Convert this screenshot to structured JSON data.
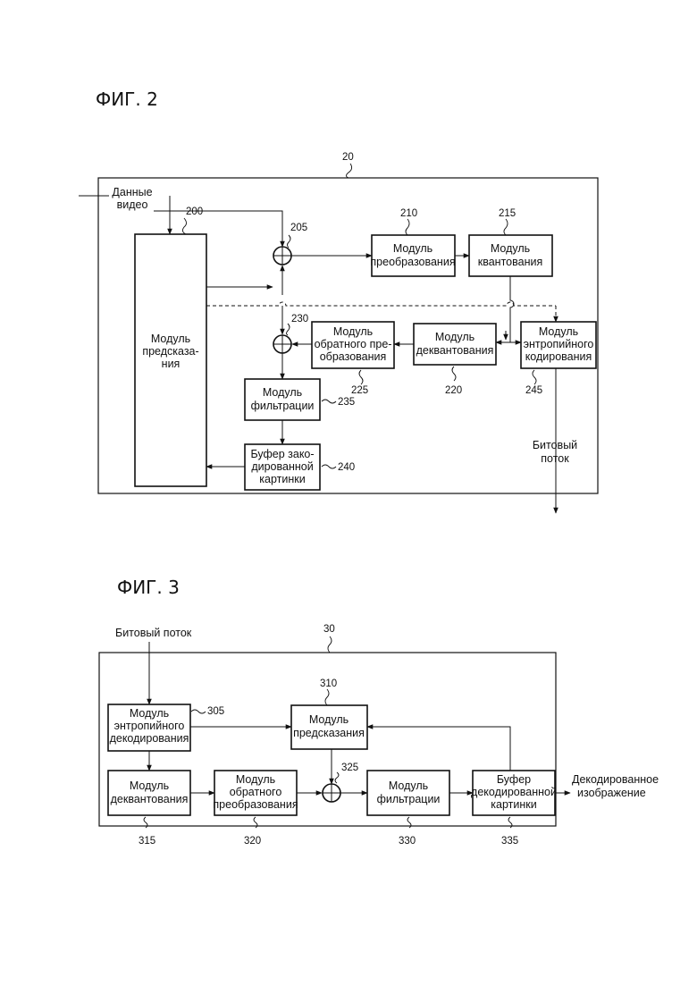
{
  "fig2": {
    "title": "ФИГ. 2",
    "ref_device": "20",
    "input_label": [
      "Данные",
      "видео"
    ],
    "output_label": [
      "Битовый",
      "поток"
    ],
    "blocks": {
      "prediction": {
        "lines": [
          "Модуль",
          "предсказа-",
          "ния"
        ],
        "ref": "200"
      },
      "transform": {
        "lines": [
          "Модуль",
          "преобразования"
        ],
        "ref": "210"
      },
      "quantization": {
        "lines": [
          "Модуль",
          "квантования"
        ],
        "ref": "215"
      },
      "entropy": {
        "lines": [
          "Модуль",
          "энтропийного",
          "кодирования"
        ],
        "ref": "245"
      },
      "dequant": {
        "lines": [
          "Модуль",
          "деквантования"
        ],
        "ref": "220"
      },
      "inverse": {
        "lines": [
          "Модуль",
          "обратного пре-",
          "образования"
        ],
        "ref": "225"
      },
      "filter": {
        "lines": [
          "Модуль",
          "фильтрации"
        ],
        "ref": "235"
      },
      "buffer": {
        "lines": [
          "Буфер зако-",
          "дированной",
          "картинки"
        ],
        "ref": "240"
      }
    },
    "adders": {
      "subtract": {
        "ref": "205"
      },
      "add": {
        "ref": "230"
      }
    }
  },
  "fig3": {
    "title": "ФИГ. 3",
    "ref_device": "30",
    "input_label": "Битовый поток",
    "output_label": [
      "Декодированное",
      "изображение"
    ],
    "blocks": {
      "entropy": {
        "lines": [
          "Модуль",
          "энтропийного",
          "декодирования"
        ],
        "ref": "305"
      },
      "prediction": {
        "lines": [
          "Модуль",
          "предсказания"
        ],
        "ref": "310"
      },
      "dequant": {
        "lines": [
          "Модуль",
          "деквантования"
        ],
        "ref": "315"
      },
      "inverse": {
        "lines": [
          "Модуль",
          "обратного",
          "преобразования"
        ],
        "ref": "320"
      },
      "filter": {
        "lines": [
          "Модуль",
          "фильтрации"
        ],
        "ref": "330"
      },
      "buffer": {
        "lines": [
          "Буфер",
          "декодированной",
          "картинки"
        ],
        "ref": "335"
      }
    },
    "adders": {
      "add": {
        "ref": "325"
      }
    }
  }
}
